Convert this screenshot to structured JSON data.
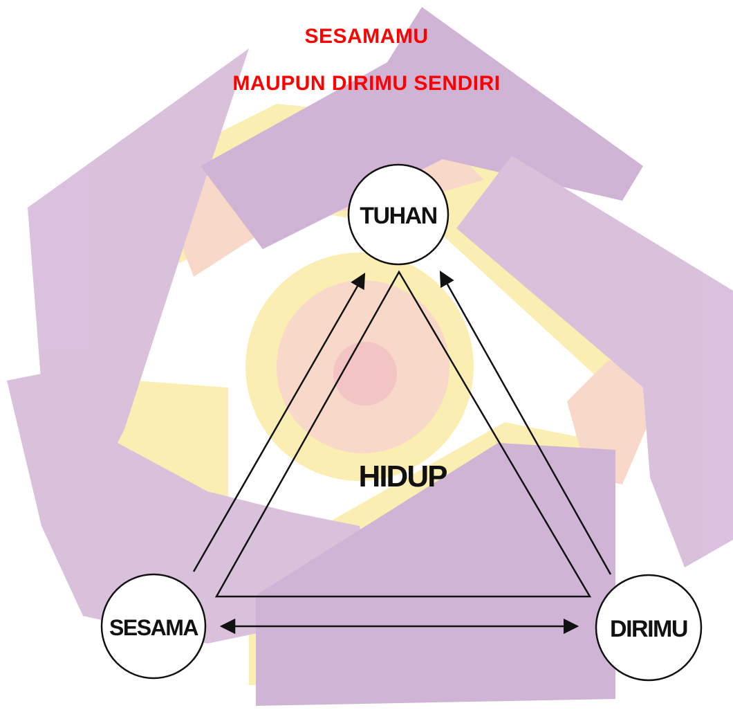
{
  "heading": {
    "line1": "SESAMAMU",
    "line2": "MAUPUN DIRIMU SENDIRI",
    "color": "#ff0000"
  },
  "diagram": {
    "center_label": "HIDUP",
    "nodes": {
      "top": "TUHAN",
      "left": "SESAMA",
      "right": "DIRIMU"
    },
    "edges": [
      {
        "from": "SESAMA",
        "to": "TUHAN",
        "arrow": "single"
      },
      {
        "from": "DIRIMU",
        "to": "TUHAN",
        "arrow": "single"
      },
      {
        "from": "SESAMA",
        "to": "DIRIMU",
        "arrow": "double"
      }
    ]
  },
  "watermark": {
    "purple": "#d8bedb",
    "purple_dark": "#cdb0d4",
    "yellow": "#fbeeae",
    "peach": "#f8d6c6",
    "pink": "#f3c1c1"
  },
  "colors": {
    "stroke": "#111111",
    "node_fill": "#ffffff",
    "text": "#111111"
  }
}
